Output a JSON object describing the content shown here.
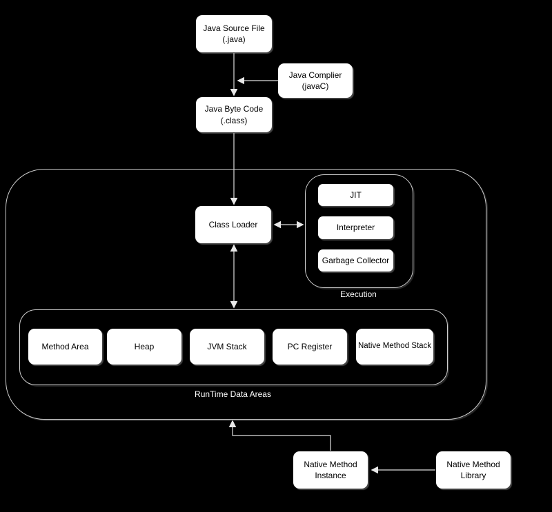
{
  "diagram": {
    "nodes": {
      "java_source": {
        "text": "Java Source File\n(.java)"
      },
      "java_compiler": {
        "text": "Java Complier\n(javaC)"
      },
      "java_bytecode": {
        "text": "Java Byte Code\n(.class)"
      },
      "class_loader": {
        "text": "Class Loader"
      },
      "jit": {
        "text": "JIT"
      },
      "interpreter": {
        "text": "Interpreter"
      },
      "garbage_collector": {
        "text": "Garbage Collector"
      },
      "method_area": {
        "text": "Method Area"
      },
      "heap": {
        "text": "Heap"
      },
      "jvm_stack": {
        "text": "JVM Stack"
      },
      "pc_register": {
        "text": "PC Register"
      },
      "native_method_stack": {
        "text": "Native Method Stack"
      },
      "native_method_instance": {
        "text": "Native Method\nInstance"
      },
      "native_method_library": {
        "text": "Native Method\nLibrary"
      }
    },
    "group_labels": {
      "execution": "Execution",
      "runtime_data_areas": "RunTime Data Areas"
    },
    "colors": {
      "background": "#000000",
      "node_fill": "#ffffff",
      "node_text": "#000000",
      "connector": "#e0e0e0",
      "group_outline": "#cfcfcf",
      "group_label_text": "#ffffff"
    }
  }
}
